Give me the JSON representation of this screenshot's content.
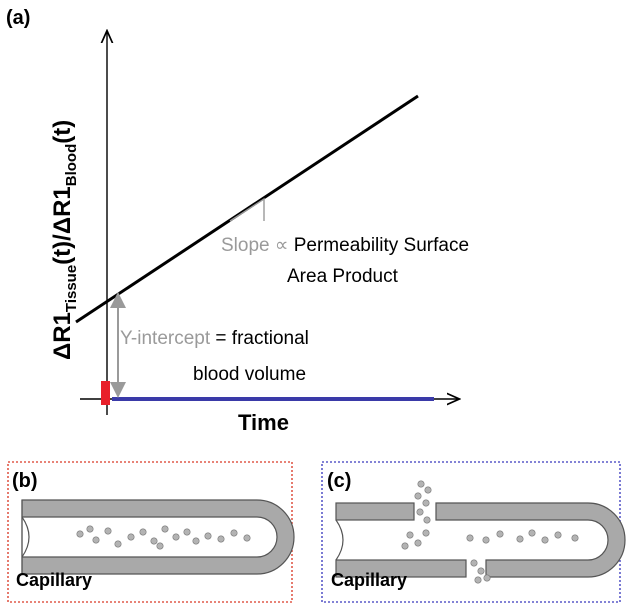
{
  "panel_a": {
    "label": "(a)",
    "xlabel": "Time",
    "ylabel_delta1": "ΔR1",
    "ylabel_sub1": "Tissue",
    "ylabel_mid": "(t)/ΔR1",
    "ylabel_sub2": "Blood",
    "ylabel_end": "(t)",
    "slope_prefix": "Slope ∝ ",
    "slope_line1": "Permeability Surface",
    "slope_line2": "Area Product",
    "intercept_prefix": "Y-intercept",
    "intercept_line1": " = fractional",
    "intercept_line2": "blood volume",
    "colors": {
      "line": "#000000",
      "time_bar": "#3a3aa8",
      "bolus": "#e8202a",
      "annotation_gray": "#9a9a9a"
    }
  },
  "panel_b": {
    "label": "(b)",
    "caption": "Capillary",
    "border_color": "#e05a4a"
  },
  "panel_c": {
    "label": "(c)",
    "caption": "Capillary",
    "border_color": "#5a5ac8"
  }
}
